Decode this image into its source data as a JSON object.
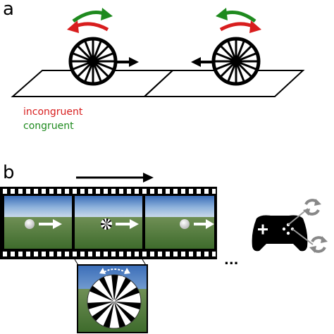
{
  "panels": {
    "a": {
      "label": "a"
    },
    "b": {
      "label": "b"
    }
  },
  "legend": {
    "incongruent": {
      "text": "incongruent",
      "color": "#d81e1e"
    },
    "congruent": {
      "text": "congruent",
      "color": "#1e8a1e"
    }
  },
  "filmstrip": {
    "frames": [
      {
        "object": "plain-ball"
      },
      {
        "object": "striped-ball"
      },
      {
        "object": "plain-ball"
      }
    ],
    "continuation": "..."
  },
  "icons": [
    "gamepad-icon",
    "rotate-icon",
    "rotate-icon"
  ]
}
